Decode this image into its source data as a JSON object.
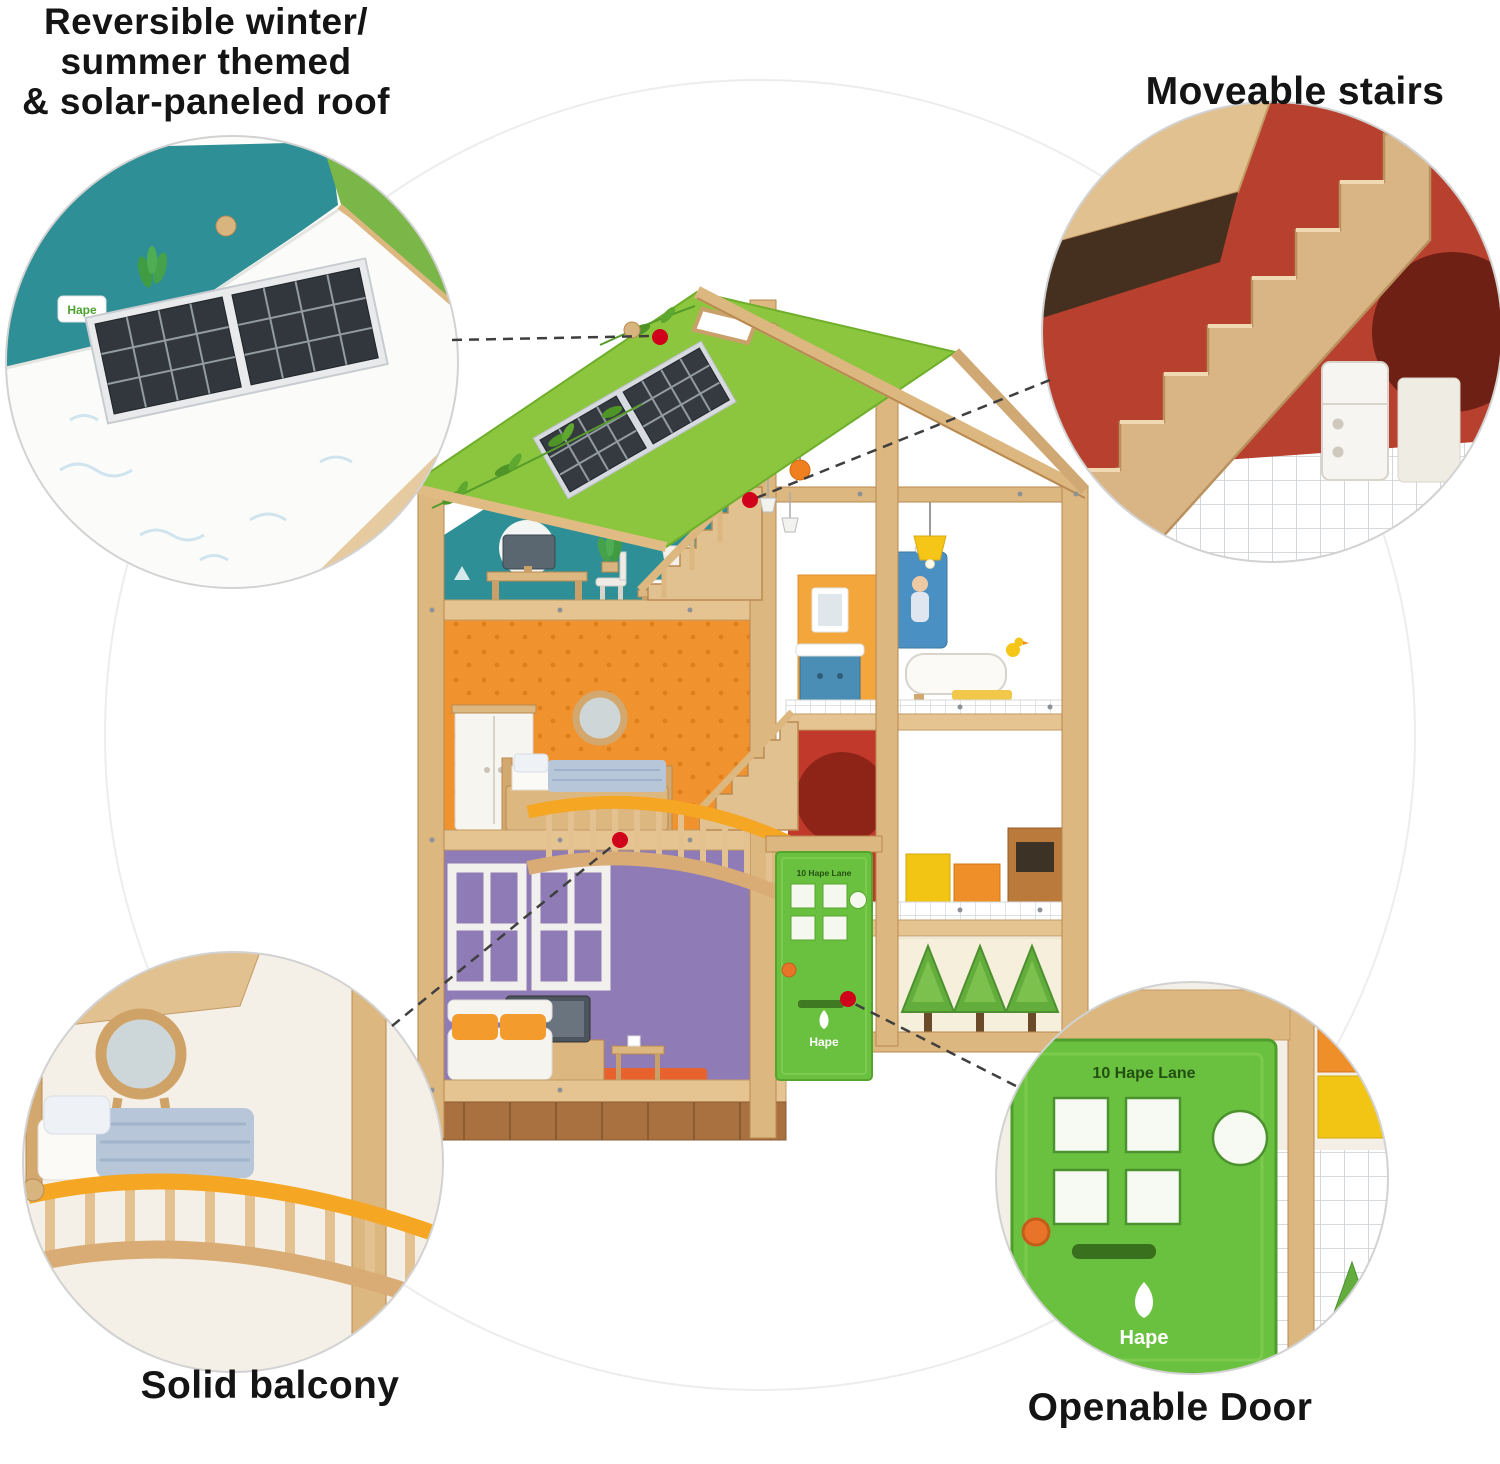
{
  "callouts": {
    "roof": {
      "label": "Reversible winter/\nsummer themed\n& solar-paneled roof"
    },
    "stairs": {
      "label": "Moveable stairs"
    },
    "balcony": {
      "label": "Solid balcony"
    },
    "door": {
      "label": "Openable Door"
    }
  },
  "house": {
    "door_address": "10 Hape Lane",
    "brand": "Hape"
  },
  "colors": {
    "marker_red": "#d0021b",
    "roof_green": "#8cc63e",
    "door_green": "#69c13f",
    "teal_wall": "#2e8f96",
    "orange_wall": "#f0932f",
    "purple_wall": "#8f7bb5",
    "red_panel": "#c0392b",
    "balcony_orange": "#f5a623",
    "wood": "#dcb77f"
  }
}
